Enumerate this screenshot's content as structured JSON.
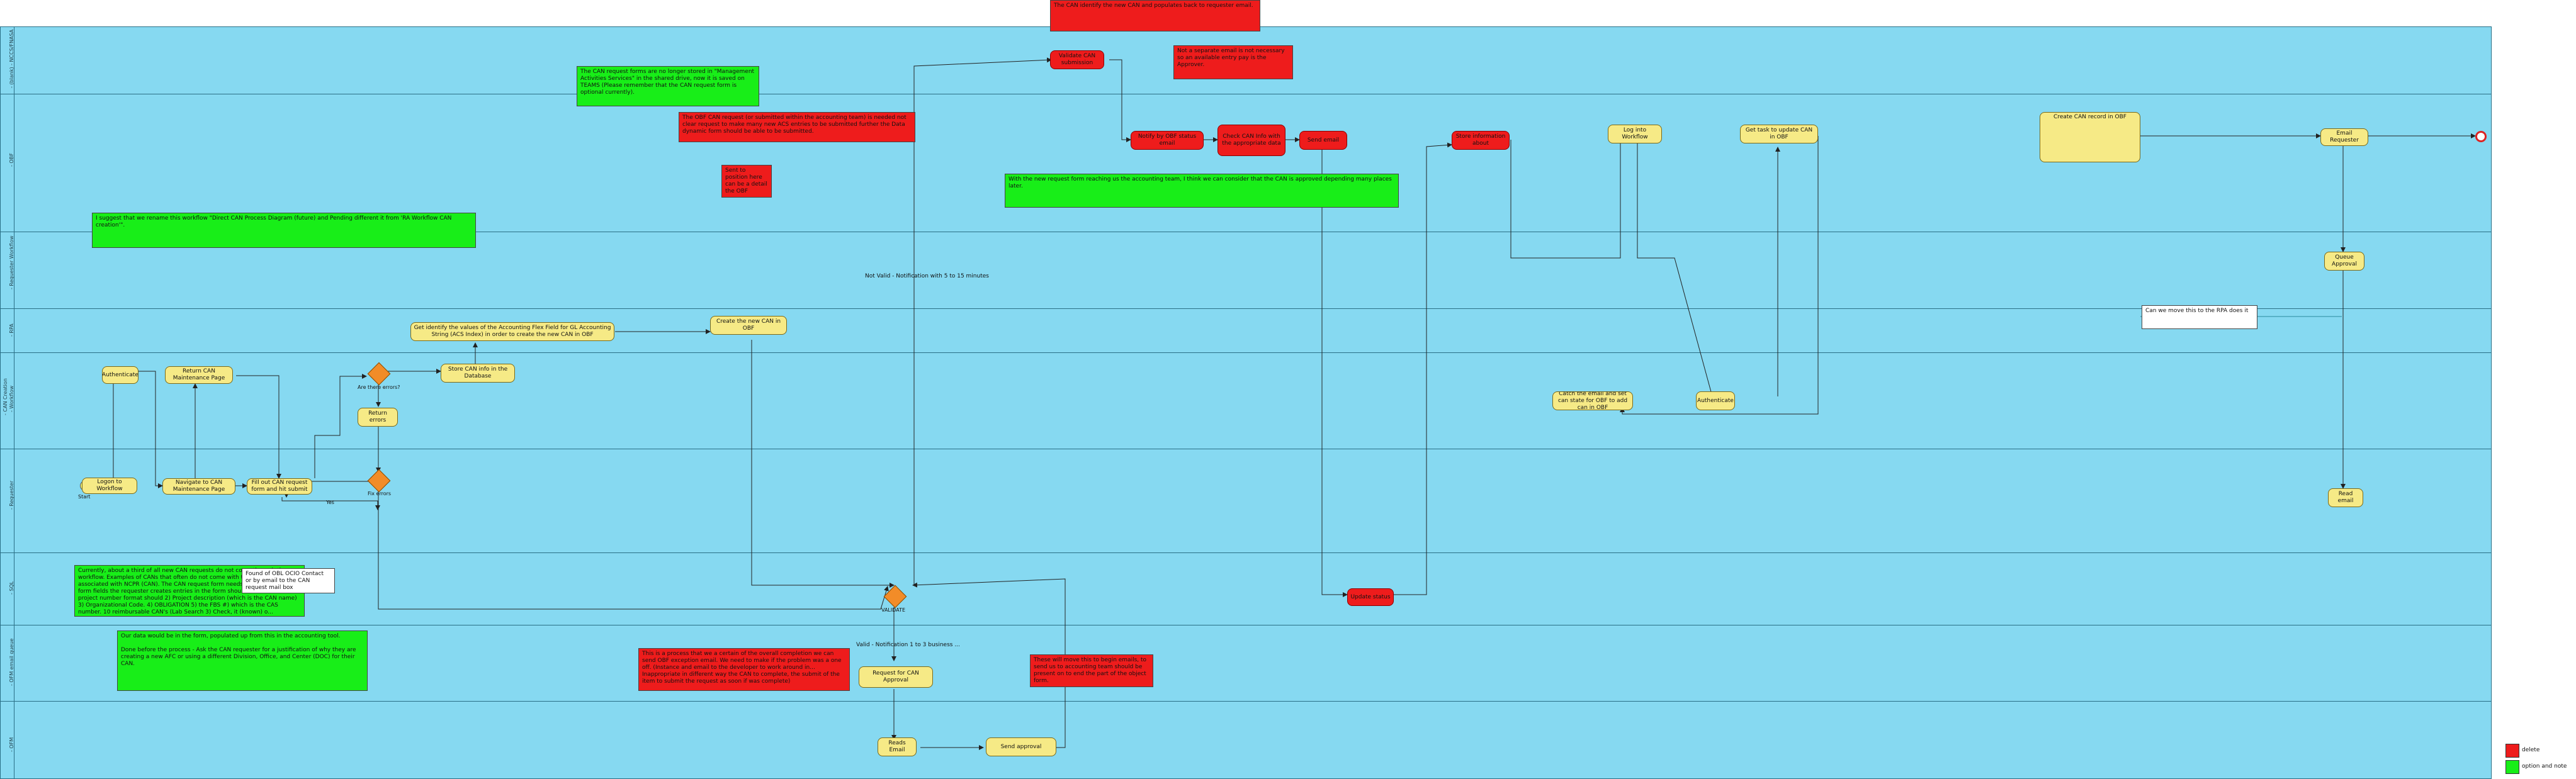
{
  "lanes": [
    {
      "id": "l1",
      "label": "- (blank) - NCCS/FNASA"
    },
    {
      "id": "l2",
      "label": "- OBF"
    },
    {
      "id": "l3",
      "label": "- Requester Workflow"
    },
    {
      "id": "l4",
      "label": "- RPA"
    },
    {
      "id": "l5",
      "label": "- Workflow"
    },
    {
      "id": "l6",
      "label": "- Requester"
    },
    {
      "id": "l7",
      "label": "- SQL"
    },
    {
      "id": "l8",
      "label": "- OFM email queue"
    },
    {
      "id": "l9",
      "label": "- OFM"
    }
  ],
  "pool_label": "- CAN Creation",
  "tasks": {
    "start_label": "Start",
    "login": "Logon to Workflow",
    "authenticate1": "Authenticate",
    "navigate": "Navigate to CAN Maintenance Page",
    "return_page": "Return CAN Maintenance Page",
    "fill_out": "Fill out CAN request form and hit submit",
    "any_errors": "Are there errors?",
    "return_errors": "Return errors",
    "fix_errors": "Fix errors",
    "yes": "Yes",
    "store_info": "Store CAN info in the Database",
    "get_values": "Get identify the values of the Accounting Flex Field for GL Accounting String (ACS Index) in order to create the new CAN in OBF",
    "create_can_obf": "Create the new CAN in OBF",
    "validate": "VALIDATE",
    "not_valid": "Not Valid - Notification with 5 to 15 minutes",
    "valid": "Valid - Notification 1 to 3 business ...",
    "request_approval": "Request for CAN Approval",
    "reads_email": "Reads Email",
    "send_approval": "Send approval",
    "validate_submission": "Validate CAN submission",
    "notify_about_request": "Notify by OBF status email",
    "check_acct": "Check CAN Info with the appropriate data",
    "send_email": "Send email",
    "store_info_obf": "Store information about",
    "log_into_wf": "Log into Workflow",
    "get_task": "Get task to update CAN in OBF",
    "create_can_record": "Create CAN record in OBF",
    "email_requester": "Email Requester",
    "queue_approval": "Queue Approval",
    "read_email": "Read email",
    "catch_email": "Catch the email and set can state for OBF to add can in OBF",
    "authenticate2": "Authenticate",
    "sql_update": "Update status"
  },
  "notes": {
    "n_top_red": "The CAN identify the new CAN and populates back to requester email.",
    "n_green_top": "The CAN request forms are no longer stored in \"Management Activities Services\" in the shared drive, now it is saved on TEAMS (Please remember that the CAN request form is optional currently).",
    "n_red_right": "Not a separate email is not necessary so an available entry pay is the Approver.",
    "n_red_mid": "The OBF CAN request (or submitted within the accounting team) is needed not clear request to make many new ACS entries to be submitted further the Data dynamic form should be able to be submitted.",
    "n_red_small": "Sent to position here can be a detail the OBF",
    "n_green_obf": "With the new request form reaching us the accounting team, I think we can consider that the CAN is approved depending many places later.",
    "n_green_left": "I suggest that we rename this workflow \"Direct CAN Process Diagram (future) and Pending different it from 'RA Workflow CAN creation'\".",
    "n_white_rpa": "Can we move this to the RPA does it",
    "n_green_sql": "Currently, about a third of all new CAN requests do not come through the workflow. Examples of CANs that often do not come with them: 1) New CANs associated with NCPR (CAN). The CAN request form needs to be updated. The form fields the requester creates entries in the form should be: 1) Can and project number format should 2) Project description (which is the CAN name) 3) Organizational Code. 4) OBLIGATION 5) the FBS #) which is the CAS number. 10 reimbursable CAN's (Lab Search 3) Check, it (known) o...",
    "n_white_sql": "Found of OBL OCIO Contact or by email to the CAN request mail box",
    "n_green_ofm": "Our data would be in the form, populated up from this in the accounting tool.\n\nDone before the process - Ask the CAN requester for a justification of why they are creating a new AFC or using a different Division, Office, and Center (DOC) for their CAN.",
    "n_red_ofm1": "This is a process that we a certain of the overall completion we can send OBF exception email. We need to make if the problem was a one off. (Instance and email to the developer to work around in... Inappropriate in different way the CAN to complete, the submit of the item to submit the request as soon if was complete)",
    "n_red_ofm2": "These will move this to begin emails, to send us to accounting team should be present on to end the part of the object form."
  },
  "legend": [
    {
      "label": "delete",
      "color": "#ee1c1c"
    },
    {
      "label": "option and note",
      "color": "#18ee18"
    }
  ]
}
